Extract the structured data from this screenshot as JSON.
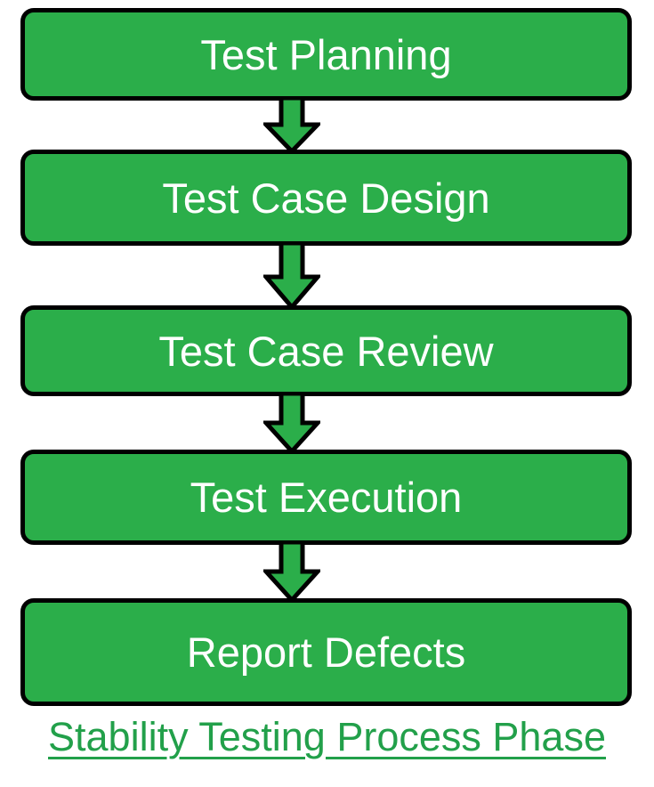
{
  "diagram": {
    "title": "Stability Testing Process Phase",
    "type": "vertical-flowchart",
    "background_color": "#FFFFFF",
    "node_fill_color": "#2BAE4A",
    "node_border_color": "#000000",
    "node_text_color": "#FFFFFF",
    "arrow_fill_color": "#2BAE4A",
    "arrow_outline_color": "#000000",
    "caption_color": "#22A04A",
    "steps": [
      {
        "index": 1,
        "label": "Test Planning"
      },
      {
        "index": 2,
        "label": "Test Case Design"
      },
      {
        "index": 3,
        "label": "Test Case Review"
      },
      {
        "index": 4,
        "label": "Test Execution"
      },
      {
        "index": 5,
        "label": "Report Defects"
      }
    ],
    "connectors": [
      {
        "from": "Test Planning",
        "to": "Test Case Design",
        "icon": "down-arrow-icon"
      },
      {
        "from": "Test Case Design",
        "to": "Test Case Review",
        "icon": "down-arrow-icon"
      },
      {
        "from": "Test Case Review",
        "to": "Test Execution",
        "icon": "down-arrow-icon"
      },
      {
        "from": "Test Execution",
        "to": "Report Defects",
        "icon": "down-arrow-icon"
      }
    ],
    "caption": "Stability Testing Process Phase"
  }
}
